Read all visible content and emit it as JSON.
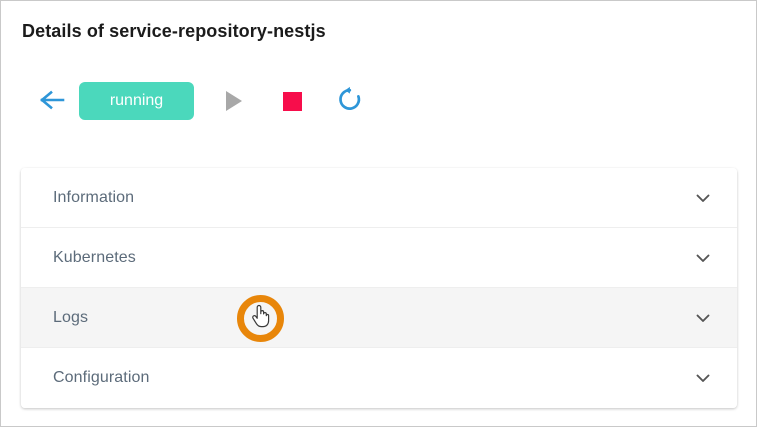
{
  "page": {
    "title": "Details of service-repository-nestjs"
  },
  "toolbar": {
    "back_label": "back-arrow",
    "status": {
      "label": "running",
      "color": "#4BD8BC",
      "text_color": "#ffffff"
    },
    "actions": [
      {
        "name": "start",
        "icon": "play-icon",
        "color": "#a8a8a8",
        "enabled": false
      },
      {
        "name": "stop",
        "icon": "stop-icon",
        "color": "#F70D4B",
        "enabled": true
      },
      {
        "name": "restart",
        "icon": "restart-icon",
        "color": "#2E96D8",
        "enabled": true
      }
    ],
    "back_icon_color": "#2E96D8"
  },
  "accordion": {
    "sections": [
      {
        "label": "Information",
        "expanded": false,
        "hovered": false
      },
      {
        "label": "Kubernetes",
        "expanded": false,
        "hovered": false
      },
      {
        "label": "Logs",
        "expanded": false,
        "hovered": true
      },
      {
        "label": "Configuration",
        "expanded": false,
        "hovered": false
      }
    ],
    "chevron_icon": "chevron-down-icon",
    "chevron_color": "#555555",
    "hover_background": "#f5f5f5"
  },
  "cursor": {
    "icon": "pointing-hand-cursor",
    "highlight_color": "#E8860A"
  }
}
